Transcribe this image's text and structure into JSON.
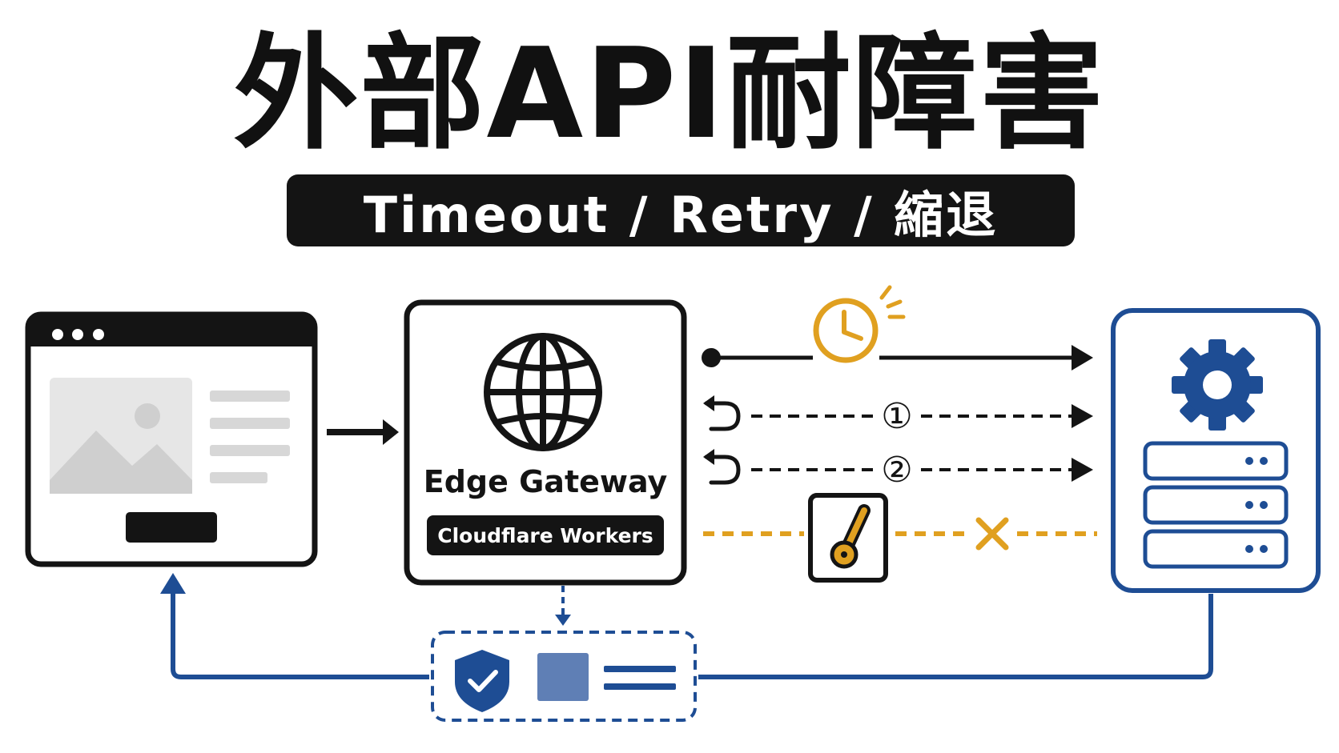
{
  "title": "外部API耐障害",
  "subtitle": "Timeout / Retry / 縮退",
  "gateway": {
    "name": "Edge Gateway",
    "platform": "Cloudflare Workers",
    "icon": "globe-icon"
  },
  "retries": [
    "①",
    "②"
  ],
  "icons": {
    "client": "browser-window-icon",
    "timeout": "clock-icon",
    "retry": "retry-arrow-icon",
    "breaker": "circuit-breaker-switch-icon",
    "blocked": "cross-icon",
    "server_gear": "gear-icon",
    "server_stack": "server-stack-icon",
    "fallback_shield": "shield-check-icon"
  },
  "colors": {
    "ink": "#141414",
    "accent_blue": "#1e4d94",
    "accent_orange": "#e0a020",
    "muted_gray": "#e6e6e6"
  }
}
